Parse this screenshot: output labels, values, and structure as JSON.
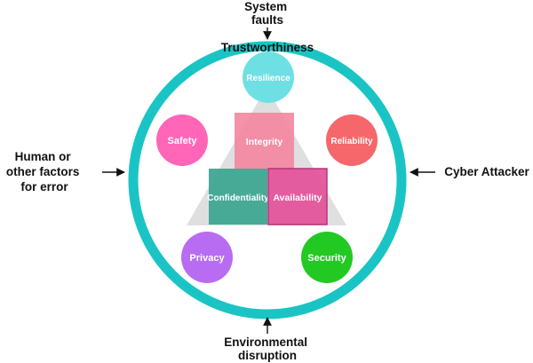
{
  "title": "Trustworthiness",
  "external": {
    "top": [
      "System",
      "faults"
    ],
    "left": [
      "Human or",
      "other factors",
      "for error"
    ],
    "right": [
      "Cyber Attacker"
    ],
    "bottom": [
      "Environmental",
      "disruption"
    ]
  },
  "nodes": {
    "resilience": "Resilience",
    "safety": "Safety",
    "reliability": "Reliability",
    "privacy": "Privacy",
    "security": "Security"
  },
  "core": {
    "integrity": "Integrity",
    "confidentiality": "Confidentiality",
    "availability": "Availability"
  },
  "colors": {
    "ring": "#1bc4c4",
    "resilience": "#6ee0e3",
    "safety": "#ff66b8",
    "reliability": "#f5676a",
    "privacy": "#b86cf2",
    "security": "#22c922",
    "integrity": "#f4859e",
    "confidentiality": "#3aa58f",
    "availability": "#e5559d",
    "availability_border": "#b02e74",
    "triangle": "#d9d9d9"
  }
}
